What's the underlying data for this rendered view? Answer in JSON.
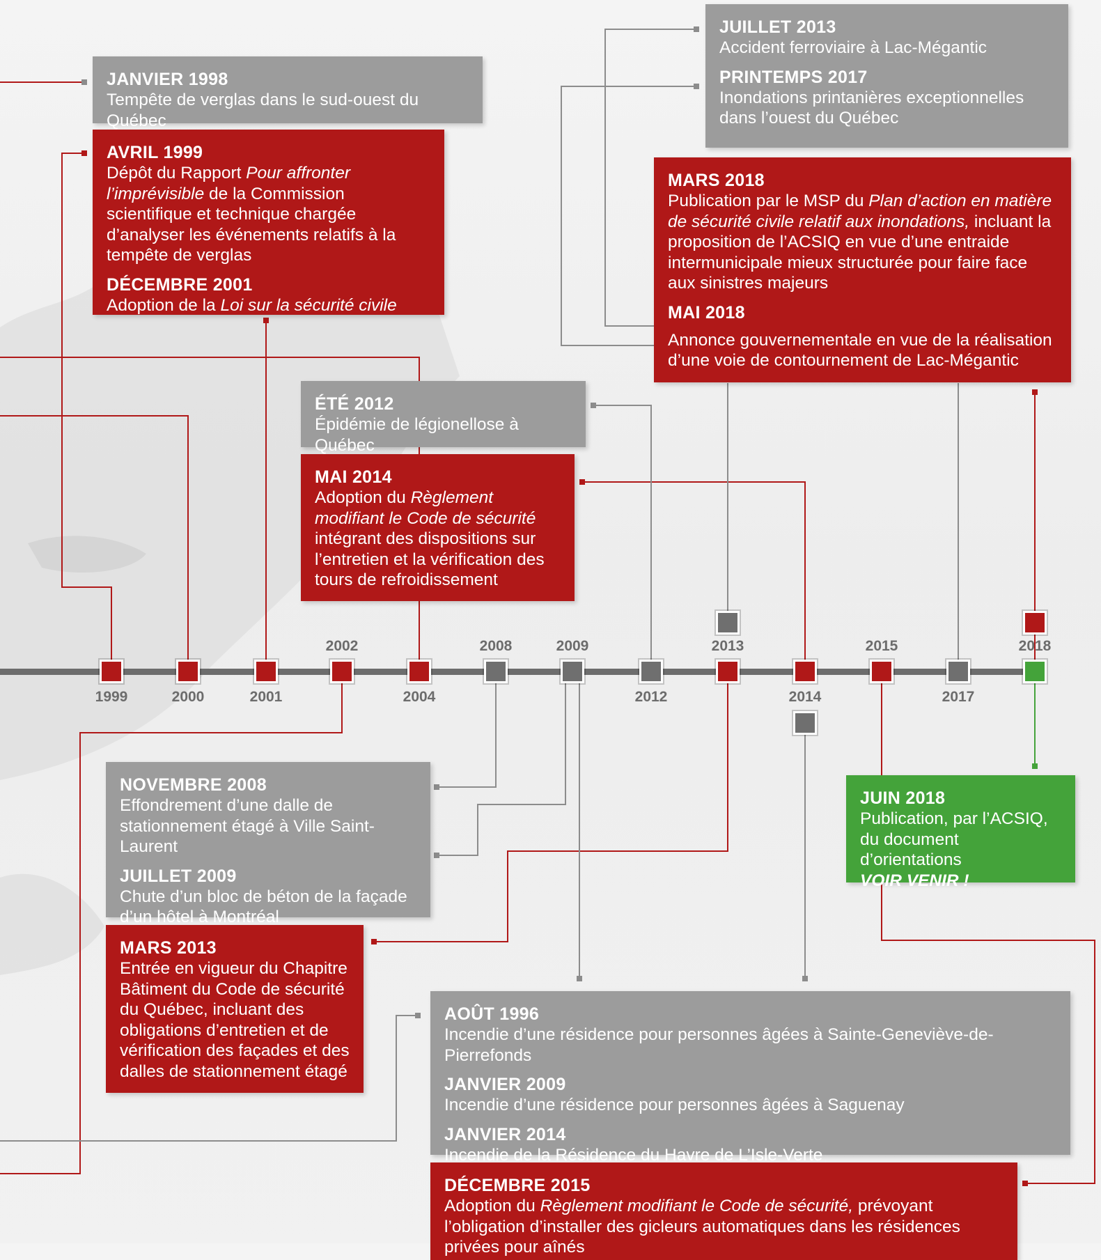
{
  "timeline": {
    "years": [
      {
        "label": "1999",
        "color": "red",
        "pos": "below"
      },
      {
        "label": "2000",
        "color": "red",
        "pos": "below"
      },
      {
        "label": "2001",
        "color": "red",
        "pos": "below"
      },
      {
        "label": "2002",
        "color": "red",
        "pos": "above"
      },
      {
        "label": "2004",
        "color": "red",
        "pos": "below"
      },
      {
        "label": "2008",
        "color": "gray",
        "pos": "above"
      },
      {
        "label": "2009",
        "color": "gray",
        "pos": "above"
      },
      {
        "label": "2012",
        "color": "gray",
        "pos": "below"
      },
      {
        "label": "2013",
        "color": "red",
        "pos": "above"
      },
      {
        "label": "2014",
        "color": "red",
        "pos": "below"
      },
      {
        "label": "2015",
        "color": "red",
        "pos": "above"
      },
      {
        "label": "2017",
        "color": "gray",
        "pos": "below"
      },
      {
        "label": "2018",
        "color": "green",
        "pos": "above"
      }
    ],
    "colors": {
      "red": "#b01818",
      "gray": "#9c9c9c",
      "green": "#44a33a",
      "axis": "#6d6d6d"
    }
  },
  "events": {
    "jan1998": {
      "date": "JANVIER 1998",
      "desc": "Tempête de verglas dans le sud-ouest du Québec"
    },
    "avr1999": {
      "date": "AVRIL 1999",
      "desc_pre": "Dépôt du Rapport ",
      "desc_em": "Pour affronter l’imprévisible",
      "desc_post": " de la Commission scientifique et technique chargée d’analyser les événements relatifs à la tempête de verglas"
    },
    "dec2001": {
      "date": "DÉCEMBRE 2001",
      "desc_pre": "Adoption de la ",
      "desc_em": "Loi sur la sécurité civile"
    },
    "ete2012": {
      "date": "ÉTÉ 2012",
      "desc": "Épidémie de légionellose à Québec"
    },
    "mai2014": {
      "date": "MAI 2014",
      "desc_pre": "Adoption du ",
      "desc_em": "Règlement modifiant le Code de sécurité",
      "desc_post": " intégrant des dispositions sur l’entretien et la vérification des tours de refroidissement"
    },
    "jul2013": {
      "date": "JUILLET 2013",
      "desc": "Accident ferroviaire à Lac-Mégantic"
    },
    "pri2017": {
      "date": "PRINTEMPS 2017",
      "desc": "Inondations printanières exceptionnelles dans l’ouest du Québec"
    },
    "mar2018": {
      "date": "MARS 2018",
      "desc_pre": "Publication par le MSP du ",
      "desc_em": "Plan d’action en matière de sécurité civile relatif aux inondations,",
      "desc_post": " incluant la proposition de l’ACSIQ en vue d’une entraide intermunicipale mieux structurée pour faire face aux sinistres majeurs"
    },
    "mai2018": {
      "date": "MAI 2018",
      "desc": "Annonce gouvernementale en vue de la réalisation d’une voie de contournement de Lac-Mégantic"
    },
    "nov2008": {
      "date": "NOVEMBRE 2008",
      "desc": "Effondrement d’une dalle de stationnement étagé à Ville Saint-Laurent"
    },
    "jul2009": {
      "date": "JUILLET 2009",
      "desc": "Chute d’un bloc de béton de la façade d’un hôtel à Montréal"
    },
    "mar2013": {
      "date": "MARS 2013",
      "desc": "Entrée en vigueur du Chapitre Bâtiment du Code de sécurité du Québec, incluant des obligations d’entretien et de vérification des façades et des dalles de stationnement étagé"
    },
    "jun2018": {
      "date": "JUIN 2018",
      "desc": "Publication, par l’ACSIQ, du document d’orientations",
      "desc_strong": "VOIR VENIR !"
    },
    "aou1996": {
      "date": "AOÛT 1996",
      "desc": "Incendie d’une résidence pour personnes âgées à Sainte-Geneviève-de-Pierrefonds"
    },
    "jan2009": {
      "date": "JANVIER 2009",
      "desc": "Incendie d’une résidence pour personnes âgées à Saguenay"
    },
    "jan2014": {
      "date": "JANVIER 2014",
      "desc": "Incendie de la Résidence du Havre de L’Isle-Verte"
    },
    "dec2015": {
      "date": "DÉCEMBRE 2015",
      "desc_pre": "Adoption du ",
      "desc_em": "Règlement modifiant le Code de sécurité,",
      "desc_post": " prévoyant l’obligation d’installer des gicleurs automatiques dans les résidences privées pour aînés"
    }
  }
}
